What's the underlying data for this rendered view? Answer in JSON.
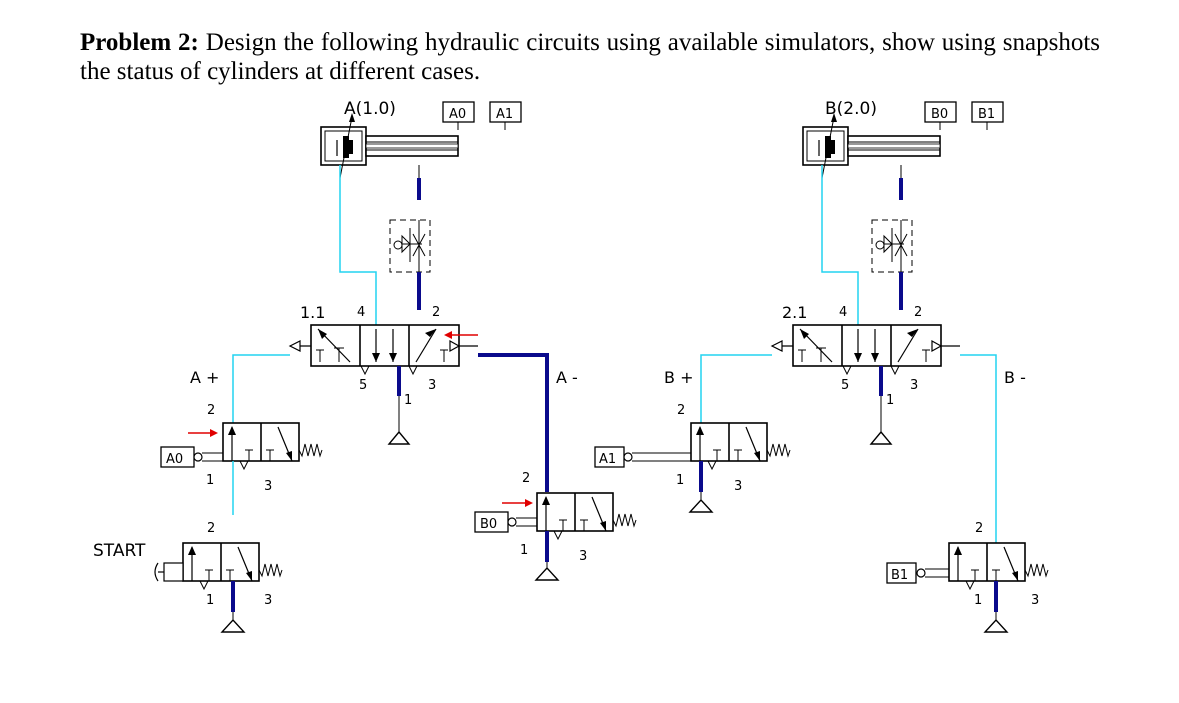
{
  "problem": {
    "label": "Problem 2:",
    "text": "Design the following hydraulic circuits using available simulators, show using snapshots the status of cylinders at different cases."
  },
  "colors": {
    "pilot_line": "#22d4f0",
    "pressure_line": "#0a0a8c",
    "arrow": "#e00000",
    "component": "#000000"
  },
  "cylinders": [
    {
      "name": "A(1.0)",
      "sensors": [
        "A0",
        "A1"
      ]
    },
    {
      "name": "B(2.0)",
      "sensors": [
        "B0",
        "B1"
      ]
    }
  ],
  "main_valves": [
    {
      "name": "1.1",
      "ports": [
        "4",
        "2",
        "5",
        "1",
        "3"
      ],
      "left_pilot": "A +",
      "right_pilot": "A -"
    },
    {
      "name": "2.1",
      "ports": [
        "4",
        "2",
        "5",
        "1",
        "3"
      ],
      "left_pilot": "B +",
      "right_pilot": "B -"
    }
  ],
  "signal_valves": [
    {
      "actuator": "A0",
      "ports": [
        "2",
        "1",
        "3"
      ]
    },
    {
      "actuator": "START",
      "ports": [
        "2",
        "1",
        "3"
      ]
    },
    {
      "actuator": "B0",
      "ports": [
        "2",
        "1",
        "3"
      ]
    },
    {
      "actuator": "A1",
      "ports": [
        "2",
        "1",
        "3"
      ]
    },
    {
      "actuator": "B1",
      "ports": [
        "2",
        "1",
        "3"
      ]
    }
  ]
}
